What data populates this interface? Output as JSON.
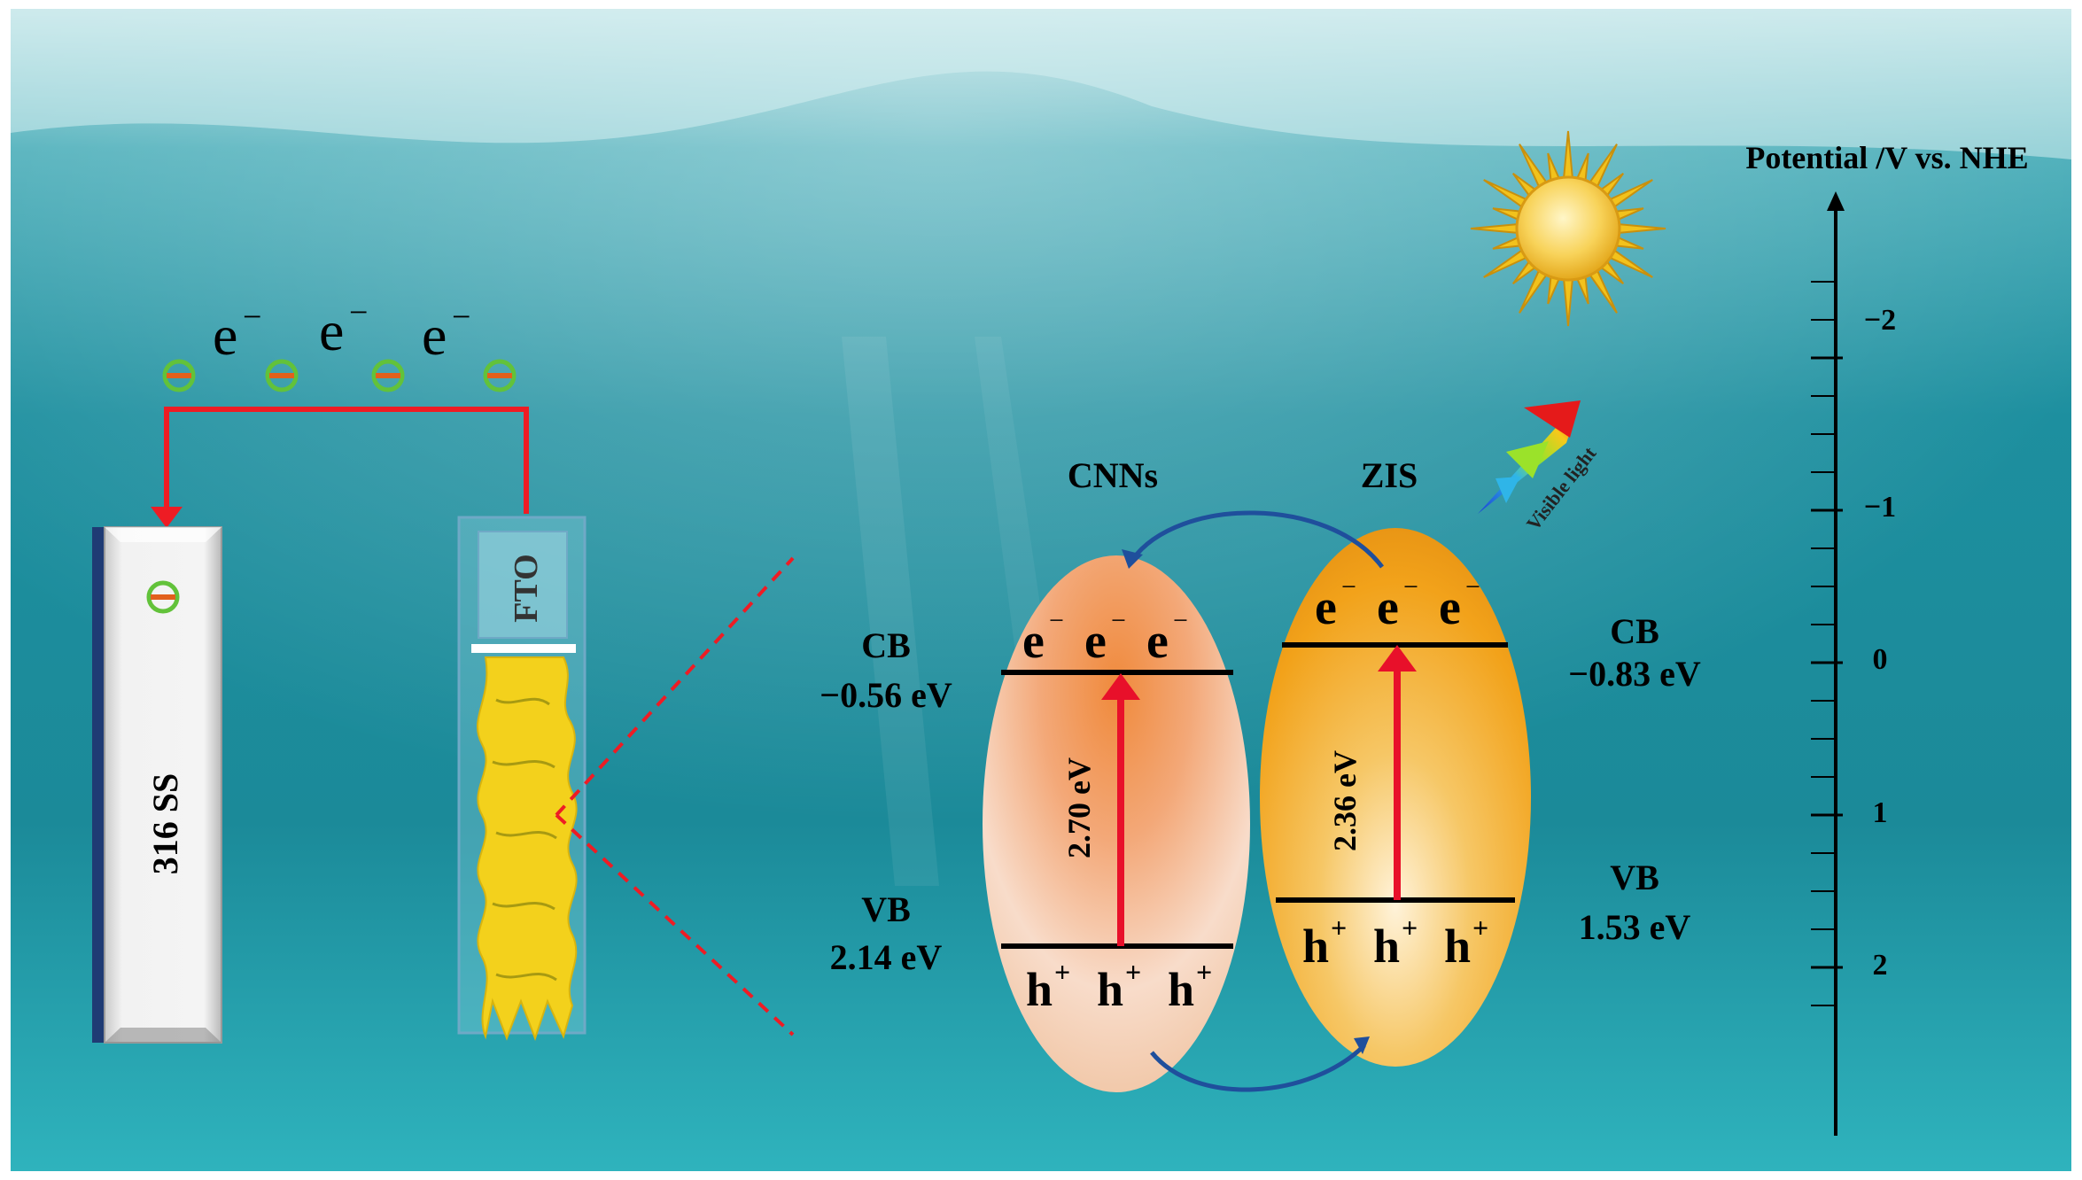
{
  "circuit": {
    "electrons": [
      "e",
      "e",
      "e"
    ],
    "electron_charge": "−",
    "ss_label": "316 SS",
    "fto_label": "FTO"
  },
  "cnns": {
    "name": "CNNs",
    "cb_title": "CB",
    "cb_value": "−0.56 eV",
    "vb_title": "VB",
    "vb_value": "2.14 eV",
    "gap": "2.70 eV",
    "electrons": [
      "e",
      "e",
      "e"
    ],
    "holes": [
      "h",
      "h",
      "h"
    ]
  },
  "zis": {
    "name": "ZIS",
    "cb_title": "CB",
    "cb_value": "−0.83 eV",
    "vb_title": "VB",
    "vb_value": "1.53 eV",
    "gap": "2.36 eV",
    "electrons": [
      "e",
      "e",
      "e"
    ],
    "holes": [
      "h",
      "h",
      "h"
    ]
  },
  "charges": {
    "electron_sup": "−",
    "hole_sup": "+"
  },
  "light": {
    "label": "Visible light"
  },
  "scale": {
    "title": "Potential /V vs. NHE",
    "ticks": [
      "−2",
      "−1",
      "0",
      "1",
      "2"
    ]
  },
  "colors": {
    "water": "#1c8e9c",
    "wire": "#ee1c24",
    "cnns": "#e0641a",
    "zis": "#f2a91a",
    "transfer_arrow": "#1f4f9c"
  }
}
